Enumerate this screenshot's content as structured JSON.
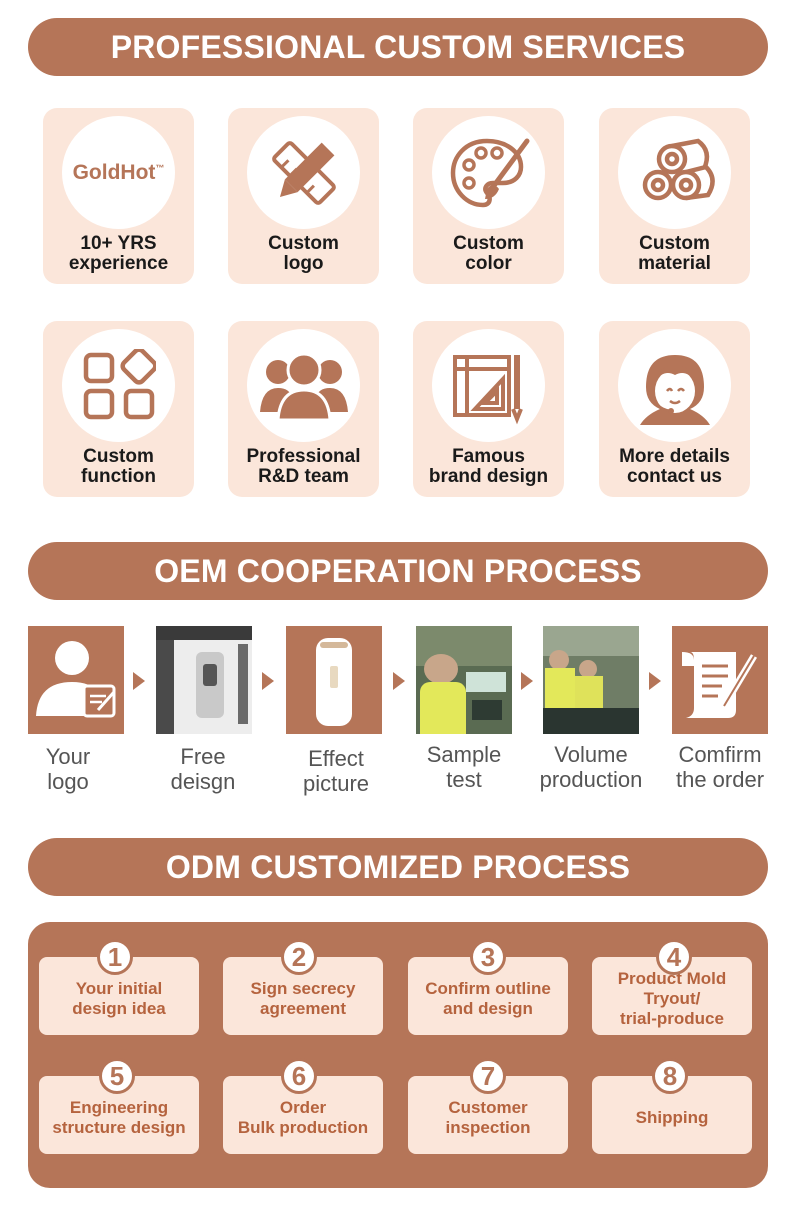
{
  "sections": {
    "services_title": "PROFESSIONAL CUSTOM SERVICES",
    "oem_title": "OEM COOPERATION PROCESS",
    "odm_title": "ODM CUSTOMIZED PROCESS"
  },
  "brand": {
    "logo_text": "GoldHot",
    "logo_tm": "™"
  },
  "services": [
    {
      "label": "10+ YRS\nexperience",
      "icon": "goldhot-logo"
    },
    {
      "label": "Custom\nlogo",
      "icon": "pencil-ruler-icon"
    },
    {
      "label": "Custom\ncolor",
      "icon": "palette-icon"
    },
    {
      "label": "Custom\nmaterial",
      "icon": "material-rolls-icon"
    },
    {
      "label": "Custom\nfunction",
      "icon": "function-grid-icon"
    },
    {
      "label": "Professional\nR&D team",
      "icon": "team-icon"
    },
    {
      "label": "Famous\nbrand design",
      "icon": "blueprint-icon"
    },
    {
      "label": "More details\ncontact us",
      "icon": "headset-agent-icon"
    }
  ],
  "oem_steps": [
    {
      "label": "Your\nlogo",
      "icon": "user-document-icon"
    },
    {
      "label": "Free\ndeisgn",
      "icon": "design-screen-photo"
    },
    {
      "label": "Effect\npicture",
      "icon": "product-render-photo"
    },
    {
      "label": "Sample\ntest",
      "icon": "sample-test-photo"
    },
    {
      "label": "Volume\nproduction",
      "icon": "production-line-photo"
    },
    {
      "label": "Comfirm\nthe order",
      "icon": "order-contract-icon"
    }
  ],
  "odm_steps": [
    {
      "num": "1",
      "label": "Your initial\ndesign idea"
    },
    {
      "num": "2",
      "label": "Sign secrecy\nagreement"
    },
    {
      "num": "3",
      "label": "Confirm outline\nand design"
    },
    {
      "num": "4",
      "label": "Product Mold\nTryout/\ntrial-produce"
    },
    {
      "num": "5",
      "label": "Engineering\nstructure design"
    },
    {
      "num": "6",
      "label": "Order\nBulk production"
    },
    {
      "num": "7",
      "label": "Customer\ninspection"
    },
    {
      "num": "8",
      "label": "Shipping"
    }
  ],
  "colors": {
    "accent": "#b57558",
    "card_bg": "#fbe6da",
    "step_text": "#b5633e"
  }
}
